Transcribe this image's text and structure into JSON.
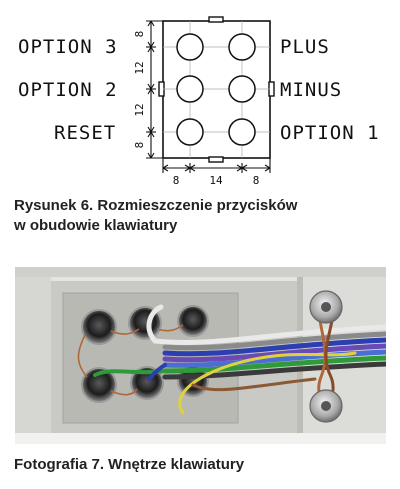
{
  "figure6": {
    "left_labels": [
      "OPTION 3",
      "OPTION 2",
      "RESET"
    ],
    "right_labels": [
      "PLUS",
      "MINUS",
      "OPTION 1"
    ],
    "vertical_dims": [
      "8",
      "12",
      "12",
      "8"
    ],
    "horizontal_dims": [
      "8",
      "14",
      "8"
    ],
    "caption_line1": "Rysunek 6. Rozmieszczenie przycisków",
    "caption_line2": "w obudowie klawiatury"
  },
  "photo7": {
    "caption": "Fotografia 7. Wnętrze klawiatury"
  },
  "colors": {
    "line": "#111111",
    "case_grey": "#d8d8d4",
    "wire_white": "#e9e9e9",
    "wire_grey": "#8a8a8a",
    "wire_blue": "#2b3fb0",
    "wire_violet": "#6a4bb6",
    "wire_green": "#2e9a3a",
    "wire_yellow": "#e2d23a",
    "wire_copper": "#b0683a"
  }
}
